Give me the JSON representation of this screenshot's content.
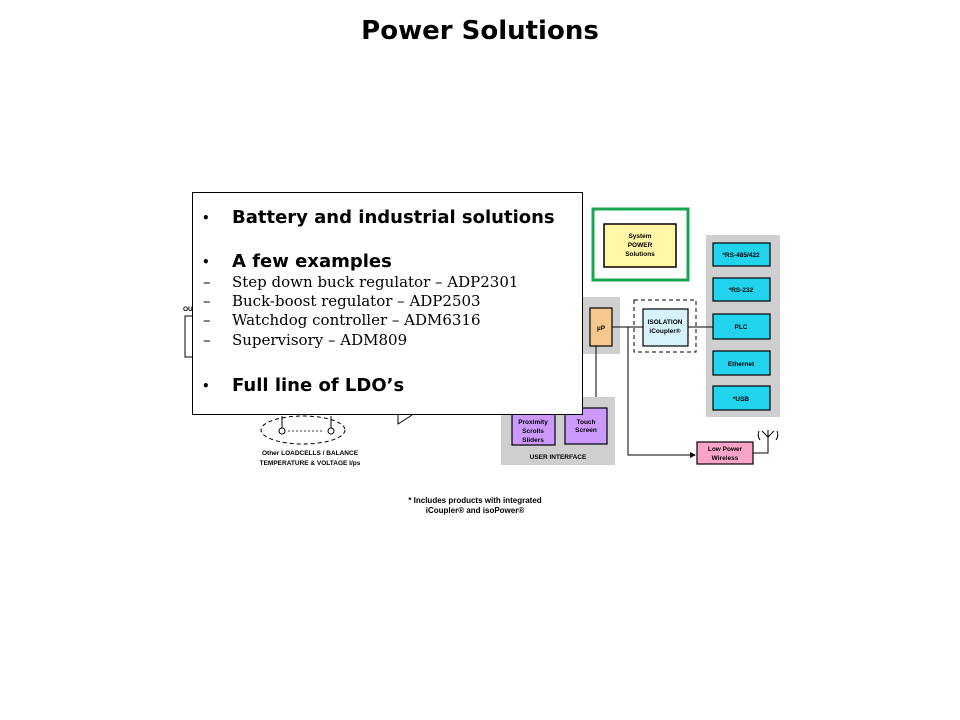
{
  "slide": {
    "title": "Power Solutions"
  },
  "bullets": {
    "item1": "Battery and industrial solutions",
    "item2": "A few examples",
    "sub1": "Step down buck regulator – ADP2301",
    "sub2": "Buck-boost regulator – ADP2503",
    "sub3": "Watchdog controller – ADM6316",
    "sub4": "Supervisory – ADM809",
    "item3": "Full line of LDO’s",
    "bullet_glyph": "•",
    "dash_glyph": "–"
  },
  "diagram": {
    "power_box": {
      "line1": "System",
      "line2": "POWER",
      "line3": "Solutions"
    },
    "up_label": "µP",
    "isolation": {
      "line1": "ISOLATION",
      "line2": "iCoupler®"
    },
    "comms": [
      "*RS-485/422",
      "*RS-232",
      "PLC",
      "Ethernet",
      "*USB"
    ],
    "proximity": {
      "line1": "Proximity",
      "line2": "Scrolls",
      "line3": "Sliders"
    },
    "touch": {
      "line1": "Touch",
      "line2": "Screen"
    },
    "user_interface": "USER INTERFACE",
    "low_power": {
      "line1": "Low Power",
      "line2": "Wireless"
    },
    "loadcell": {
      "line1": "Other LOADCELLS / BALANCE",
      "line2": "TEMPERATURE & VOLTAGE I/ps"
    },
    "partial_label": "OU",
    "colors": {
      "comm_fill": "#22d3ee",
      "iso_fill": "#d6f3fb",
      "up_fill": "#f6c78e",
      "power_fill": "#fff7a6",
      "power_frame": "#1aa650",
      "ui_fill": "#cc99ff",
      "lowpower_fill": "#f9a4c8",
      "gray_panel": "#cfcfcf"
    }
  },
  "footnote": {
    "line1": "* Includes products with integrated",
    "line2": "iCoupler® and isoPower®"
  }
}
